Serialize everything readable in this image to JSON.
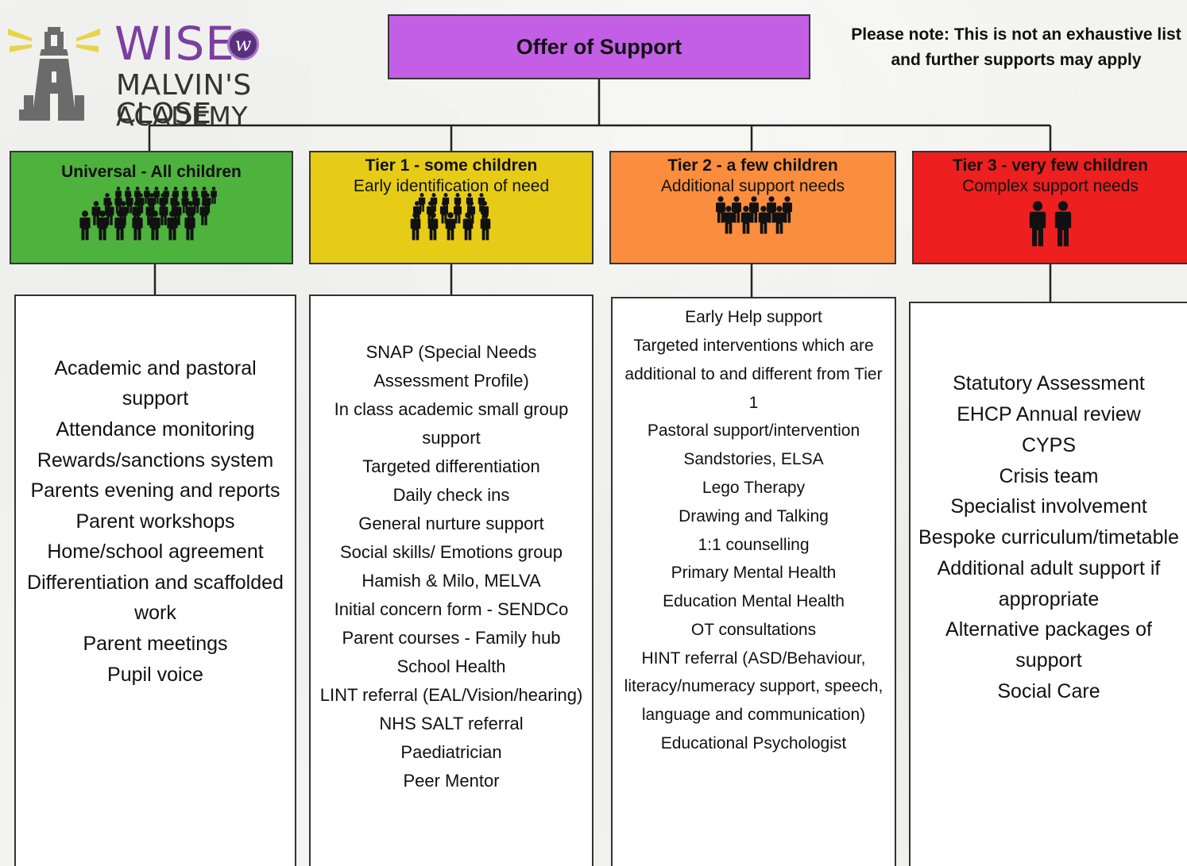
{
  "logo": {
    "line1": "WISE",
    "badge": "w",
    "line2": "MALVIN'S CLOSE",
    "line3": "ACADEMY",
    "icon": "lighthouse-icon"
  },
  "title": "Offer of Support",
  "note": "Please note: This is not an exhaustive list and further supports may apply",
  "colors": {
    "title": "#c25fe5",
    "universal": "#4db33d",
    "tier1": "#e6cc16",
    "tier2": "#fa8e3e",
    "tier3": "#ed1f1f"
  },
  "tiers": [
    {
      "title": "Universal - All children",
      "subtitle": "",
      "icon": "large-crowd-icon",
      "items": [
        "Academic and pastoral support",
        "Attendance monitoring",
        "Rewards/sanctions system",
        "Parents evening and reports",
        "Parent workshops",
        "Home/school agreement",
        "Differentiation and scaffolded work",
        "Parent meetings",
        "Pupil voice"
      ]
    },
    {
      "title": "Tier 1 - some children",
      "subtitle": "Early identification of need",
      "icon": "group-people-icon",
      "items": [
        "SNAP (Special Needs Assessment Profile)",
        "In class academic small group support",
        "Targeted differentiation",
        "Daily check ins",
        "General nurture support",
        "Social skills/ Emotions group",
        "Hamish & Milo, MELVA",
        "Initial concern form - SENDCo",
        "Parent courses - Family hub",
        "School Health",
        "LINT referral (EAL/Vision/hearing)",
        "NHS SALT referral",
        "Paediatrician",
        "Peer Mentor"
      ]
    },
    {
      "title": "Tier 2 - a few children",
      "subtitle": "Additional support needs",
      "icon": "small-group-icon",
      "items": [
        "Early Help support",
        "Targeted interventions which are additional to and different from Tier 1",
        "Pastoral support/intervention",
        "Sandstories, ELSA",
        "Lego Therapy",
        "Drawing and Talking",
        "1:1 counselling",
        "Primary Mental Health",
        "Education Mental Health",
        "OT consultations",
        "HINT referral (ASD/Behaviour, literacy/numeracy support, speech, language and communication)",
        "Educational Psychologist"
      ]
    },
    {
      "title": "Tier 3 - very few children",
      "subtitle": "Complex support needs",
      "icon": "two-people-icon",
      "items": [
        "Statutory Assessment",
        "EHCP Annual review",
        "CYPS",
        "Crisis team",
        "Specialist involvement",
        "Bespoke curriculum/timetable",
        "Additional adult support if appropriate",
        "Alternative packages of support",
        "Social Care"
      ]
    }
  ]
}
